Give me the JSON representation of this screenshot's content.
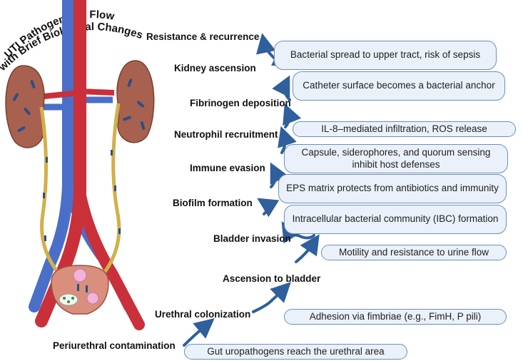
{
  "title": {
    "line1": "UTI Pathogenesis Flow",
    "line2": "with Brief Biological Changes"
  },
  "stages": [
    "Resistance & recurrence",
    "Kidney ascension",
    "Fibrinogen deposition",
    "Neutrophil recruitment",
    "Immune evasion",
    "Biofilm formation",
    "Bladder invasion",
    "Ascension to bladder",
    "Urethral colonization",
    "Periurethral contamination"
  ],
  "changes": [
    "Bacterial spread to upper tract, risk of sepsis",
    "Catheter surface becomes a bacterial anchor",
    "IL-8–mediated infiltration, ROS release",
    "Capsule, siderophores, and quorum sensing inhibit host defenses",
    "EPS matrix protects from antibiotics and immunity",
    "Intracellular bacterial community (IBC) formation",
    "Motility and resistance to urine flow",
    "Adhesion via fimbriae (e.g., FimH, P pili)",
    "Gut uropathogens reach the urethral area"
  ],
  "colors": {
    "artery": "#c9303a",
    "vein": "#4a6fc9",
    "kidney": "#a8614e",
    "ureter": "#d2b04a",
    "bacteria": "#2a4f8a",
    "arrow": "#2f5f9c",
    "box_fill": "#eaf1fa",
    "box_border": "#6f8fb6"
  }
}
